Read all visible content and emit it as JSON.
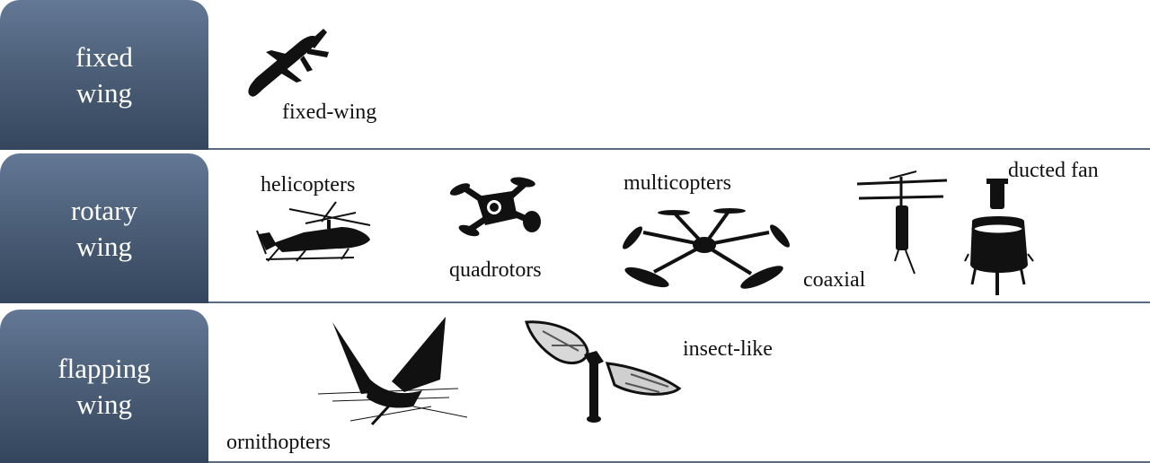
{
  "categories": [
    {
      "line1": "fixed",
      "line2": "wing"
    },
    {
      "line1": "rotary",
      "line2": "wing"
    },
    {
      "line1": "flapping",
      "line2": "wing"
    }
  ],
  "labels": {
    "fixed_wing": "fixed-wing",
    "helicopters": "helicopters",
    "quadrotors": "quadrotors",
    "multicopters": "multicopters",
    "coaxial": "coaxial",
    "ducted_fan": "ducted fan",
    "ornithopters": "ornithopters",
    "insect_like": "insect-like"
  },
  "colors": {
    "box_top": "#637896",
    "box_bottom": "#34465d",
    "separator": "#5c6c80",
    "silhouette": "#111111"
  }
}
